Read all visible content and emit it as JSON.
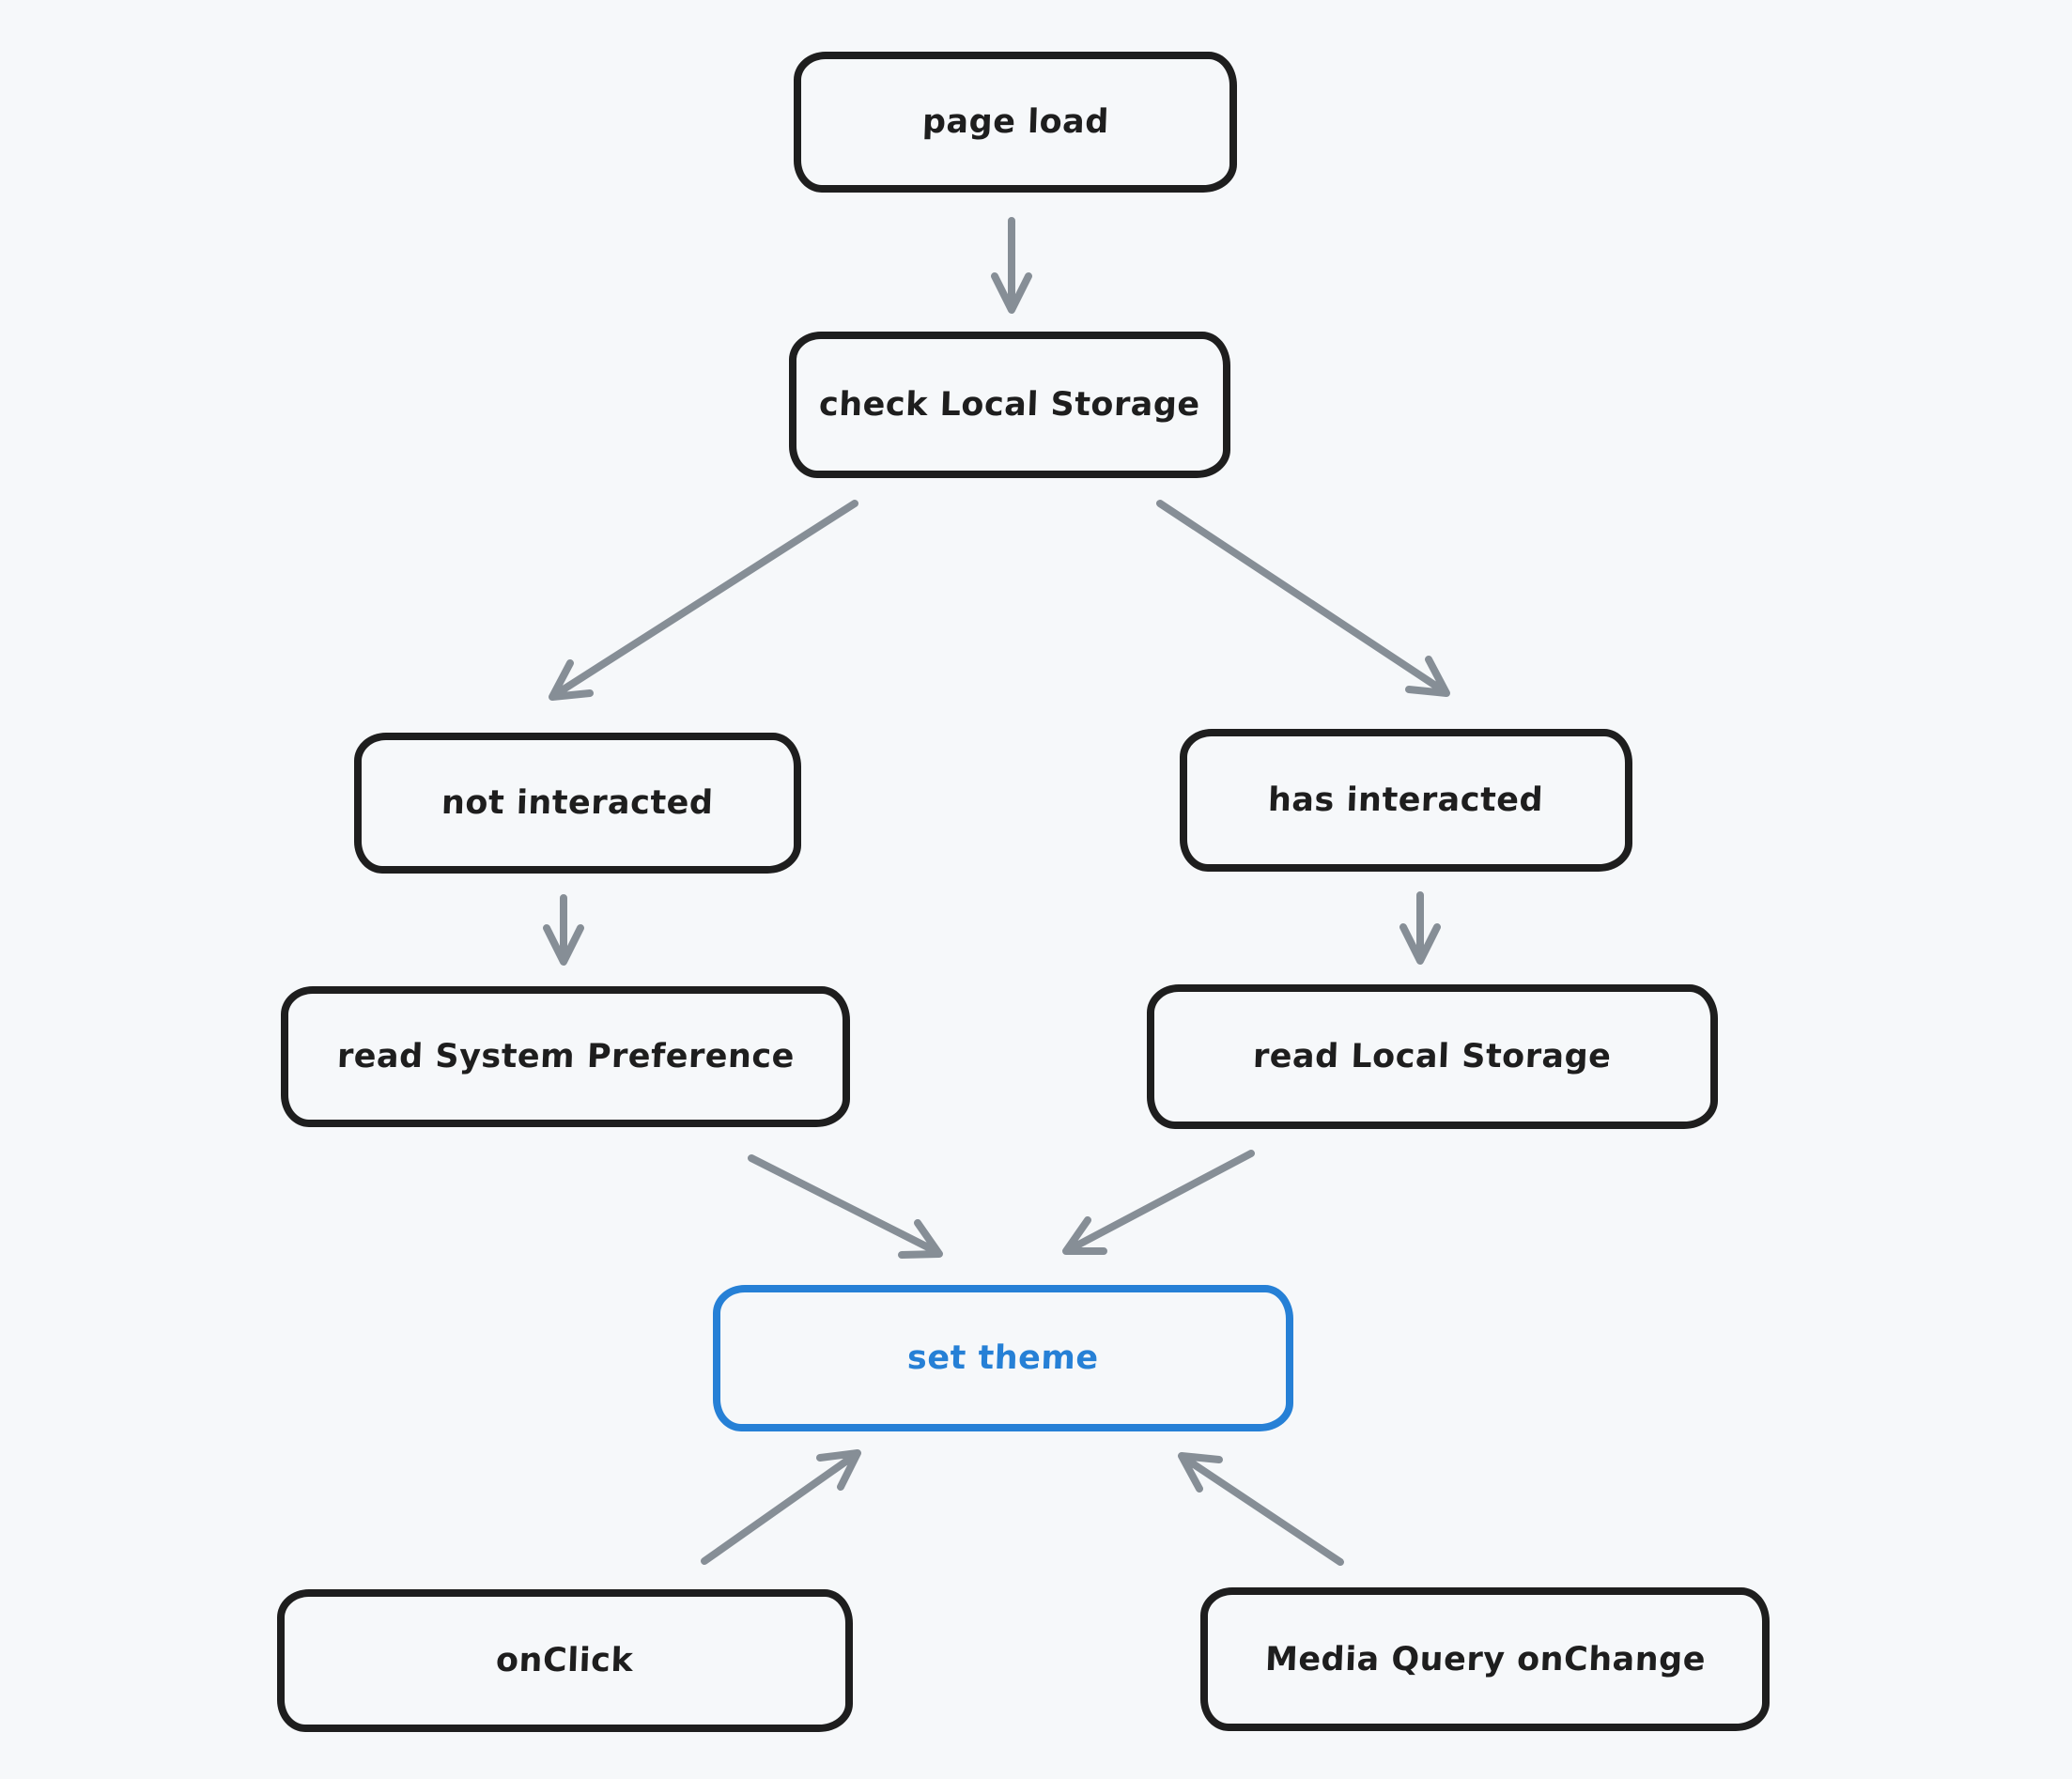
{
  "diagram": {
    "colors": {
      "background": "#f6f8fa",
      "node_stroke": "#1e1e1e",
      "node_text": "#1e1e1e",
      "arrow": "#868e96",
      "accent_blue": "#2680d6"
    },
    "nodes": {
      "page_load": {
        "label": "page load"
      },
      "check_local_storage": {
        "label": "check Local Storage"
      },
      "not_interacted": {
        "label": "not interacted"
      },
      "has_interacted": {
        "label": "has interacted"
      },
      "read_system_preference": {
        "label": "read System Preference"
      },
      "read_local_storage": {
        "label": "read Local Storage"
      },
      "set_theme": {
        "label": "set theme"
      },
      "on_click": {
        "label": "onClick"
      },
      "media_query_onchange": {
        "label": "Media Query onChange"
      }
    },
    "edges": [
      {
        "from": "page_load",
        "to": "check_local_storage"
      },
      {
        "from": "check_local_storage",
        "to": "not_interacted"
      },
      {
        "from": "check_local_storage",
        "to": "has_interacted"
      },
      {
        "from": "not_interacted",
        "to": "read_system_preference"
      },
      {
        "from": "has_interacted",
        "to": "read_local_storage"
      },
      {
        "from": "read_system_preference",
        "to": "set_theme"
      },
      {
        "from": "read_local_storage",
        "to": "set_theme"
      },
      {
        "from": "on_click",
        "to": "set_theme"
      },
      {
        "from": "media_query_onchange",
        "to": "set_theme"
      }
    ]
  }
}
